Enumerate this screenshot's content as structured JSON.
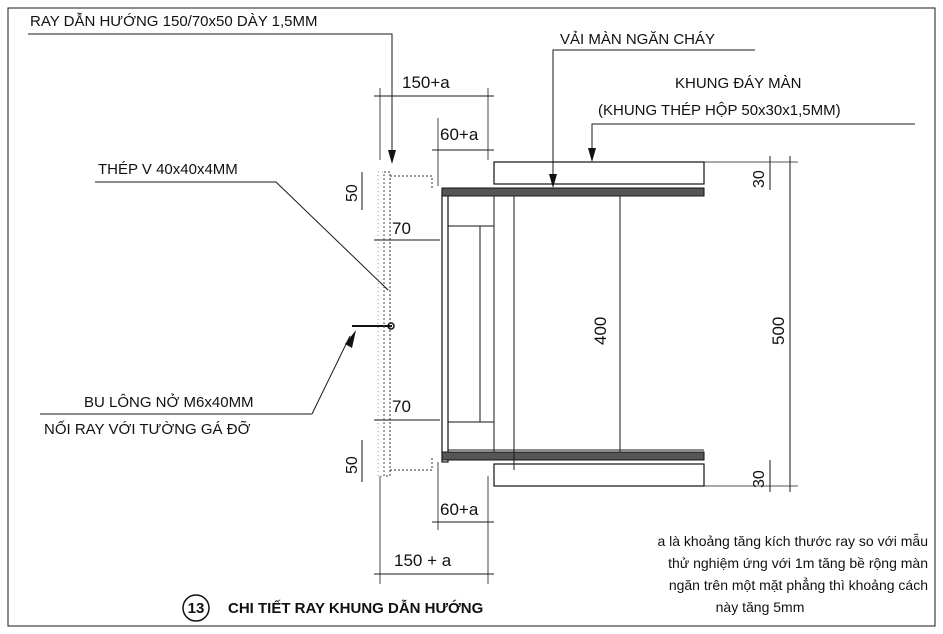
{
  "labels": {
    "guide_rail": "RAY DẪN HƯỚNG 150/70x50 DÀY 1,5MM",
    "fire_curtain": "VẢI MÀN NGĂN CHÁY",
    "bottom_frame_1": "KHUNG ĐÁY MÀN",
    "bottom_frame_2": "(KHUNG THÉP HỘP 50x30x1,5MM)",
    "angle_steel": "THÉP V 40x40x4MM",
    "bolt_1": "BU LÔNG NỞ M6x40MM",
    "bolt_2": "NỐI RAY VỚI TƯỜNG GÁ ĐỠ"
  },
  "dimensions": {
    "top_150a": "150+a",
    "top_60a": "60+a",
    "top_50": "50",
    "top_70": "70",
    "mid_400": "400",
    "right_500": "500",
    "right_30_top": "30",
    "bot_70": "70",
    "bot_50": "50",
    "right_30_bot": "30",
    "bot_60a": "60+a",
    "bot_150a": "150 + a"
  },
  "note": {
    "line1": "a là khoảng tăng kích thước ray so với mẫu",
    "line2": "thử nghiệm ứng với 1m tăng bề rộng màn",
    "line3": "ngăn trên một mặt phẳng thì khoảng cách",
    "line4": "này tăng 5mm"
  },
  "title": {
    "number": "13",
    "text": "CHI TIẾT RAY KHUNG DẪN HƯỚNG"
  }
}
